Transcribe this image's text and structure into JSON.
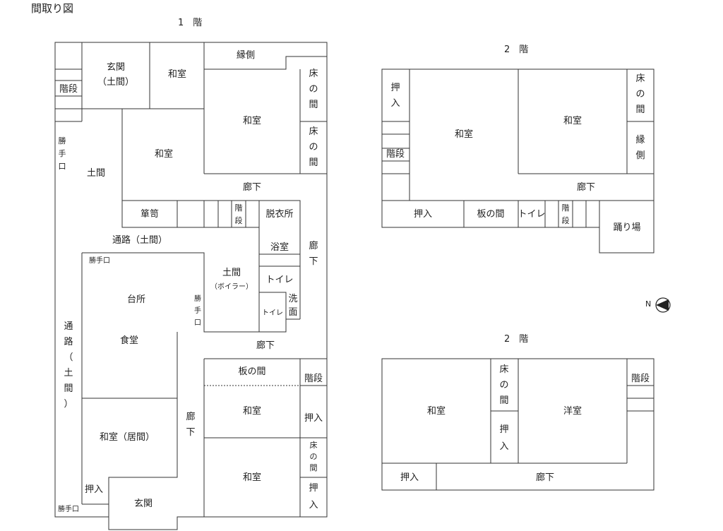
{
  "title": "間取り図",
  "floor1": {
    "heading": "1　階",
    "genkan": "玄関",
    "genkan_sub": "（土間）",
    "washitsu_top": "和室",
    "engawa": "縁側",
    "toko": "床の間",
    "toko2": "床の間",
    "kaidan": "階段",
    "washitsu_big": "和室",
    "washitsu_mid": "和室",
    "katteguchi_left": "勝手口",
    "doma": "土間",
    "roka_top": "廊下",
    "tansu": "箪笥",
    "kaidan2": "階段",
    "datsuijo": "脱衣所",
    "tsuro_doma": "通路（土間）",
    "yokushitsu": "浴室",
    "roka_right": "廊下",
    "katteguchi_mid": "勝手口",
    "doma_boiler": "土間",
    "boiler": "（ボイラー）",
    "toire1": "トイレ",
    "daidokoro": "台所",
    "katteguchi_inner": "勝手口",
    "toire2": "トイレ",
    "sen": "洗",
    "men": "面",
    "tsuro_left": "通路（土間）",
    "shokudo": "食堂",
    "roka_mid": "廊下",
    "itanoma": "板の間",
    "kaidan3": "階段",
    "washitsu_low1": "和室",
    "oshiire1": "押入",
    "roka_vertical": "廊下",
    "washitsu_ima": "和室（居間）",
    "toko3": "床の間",
    "washitsu_low2": "和室",
    "oshiire2": "押入",
    "oshiire3": "押入",
    "genkan2": "玄関",
    "katteguchi_bottom": "勝手口"
  },
  "floor2a": {
    "heading": "2　階",
    "oshiire_left": "押入",
    "washitsu_left": "和室",
    "washitsu_right": "和室",
    "toko": "床の間",
    "engawa": "縁側",
    "kaidan": "階段",
    "roka": "廊下",
    "oshiire_bottom": "押入",
    "itanoma": "板の間",
    "toire": "トイレ",
    "kaidan2": "階段",
    "odoriba": "踊り場"
  },
  "compass": {
    "label": "N"
  },
  "floor2b": {
    "heading": "2　階",
    "washitsu": "和室",
    "toko": "床の間",
    "oshiire_mid": "押入",
    "yoshitsu": "洋室",
    "kaidan": "階段",
    "oshiire_bottom": "押入",
    "roka": "廊下"
  }
}
